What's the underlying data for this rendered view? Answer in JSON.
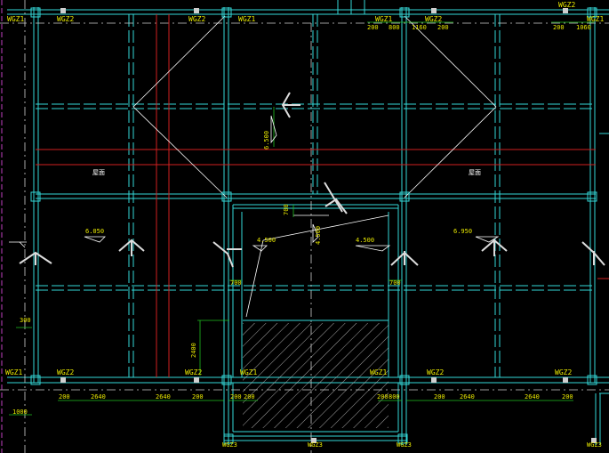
{
  "colors": {
    "background": "#000000",
    "grid_line": "#34d8d8",
    "dim_text": "#e8e800",
    "dim_line": "#20c020",
    "red_line": "#d02020",
    "white_line": "#ffffff",
    "magenta_line": "#c040c0"
  },
  "column_tags": {
    "top_left": "WGZ1",
    "top_1": "WGZ2",
    "top_2": "WGZ2",
    "top_3": "WGZ1",
    "top_4": "WGZ1",
    "top_5": "WGZ2",
    "top_6": "WGZ2",
    "top_right": "WGZ1",
    "bottom_left": "WGZ1",
    "bottom_1": "WGZ2",
    "bottom_2": "WGZ2",
    "bottom_3": "WGZ1",
    "bottom_4": "WGZ1",
    "bottom_5": "WGZ2",
    "bottom_6": "WGZ2",
    "stair_1": "WGZ3",
    "stair_2": "WGZ3",
    "stair_3": "WGZ3",
    "stair_right": "WGZ3"
  },
  "dimensions": {
    "top_200_a": "200",
    "top_800": "800",
    "top_1160": "1160",
    "top_200_b": "200",
    "top_200_c": "200",
    "top_1060": "1060",
    "left_300": "300",
    "left_1000": "1000",
    "stair_700_top": "700",
    "stair_700_left": "700",
    "stair_700_right": "700",
    "stair_2400": "2400",
    "bot_200_a": "200",
    "bot_2640_a": "2640",
    "bot_2640_b": "2640",
    "bot_200_b": "200",
    "bot_200_c": "200",
    "bot_200_d": "200",
    "bot_200_e": "200",
    "bot_800": "800",
    "bot_200_f": "200",
    "bot_2640_c": "2640",
    "bot_2640_d": "2640",
    "bot_200_g": "200"
  },
  "elevations": {
    "left": "6.050",
    "right": "6.950",
    "stair_left": "4.500",
    "stair_right": "4.500",
    "stair_vertical": "4.500",
    "upper_vertical": "6.500"
  },
  "labels": {
    "left_note": "屋面",
    "right_note": "屋面"
  }
}
